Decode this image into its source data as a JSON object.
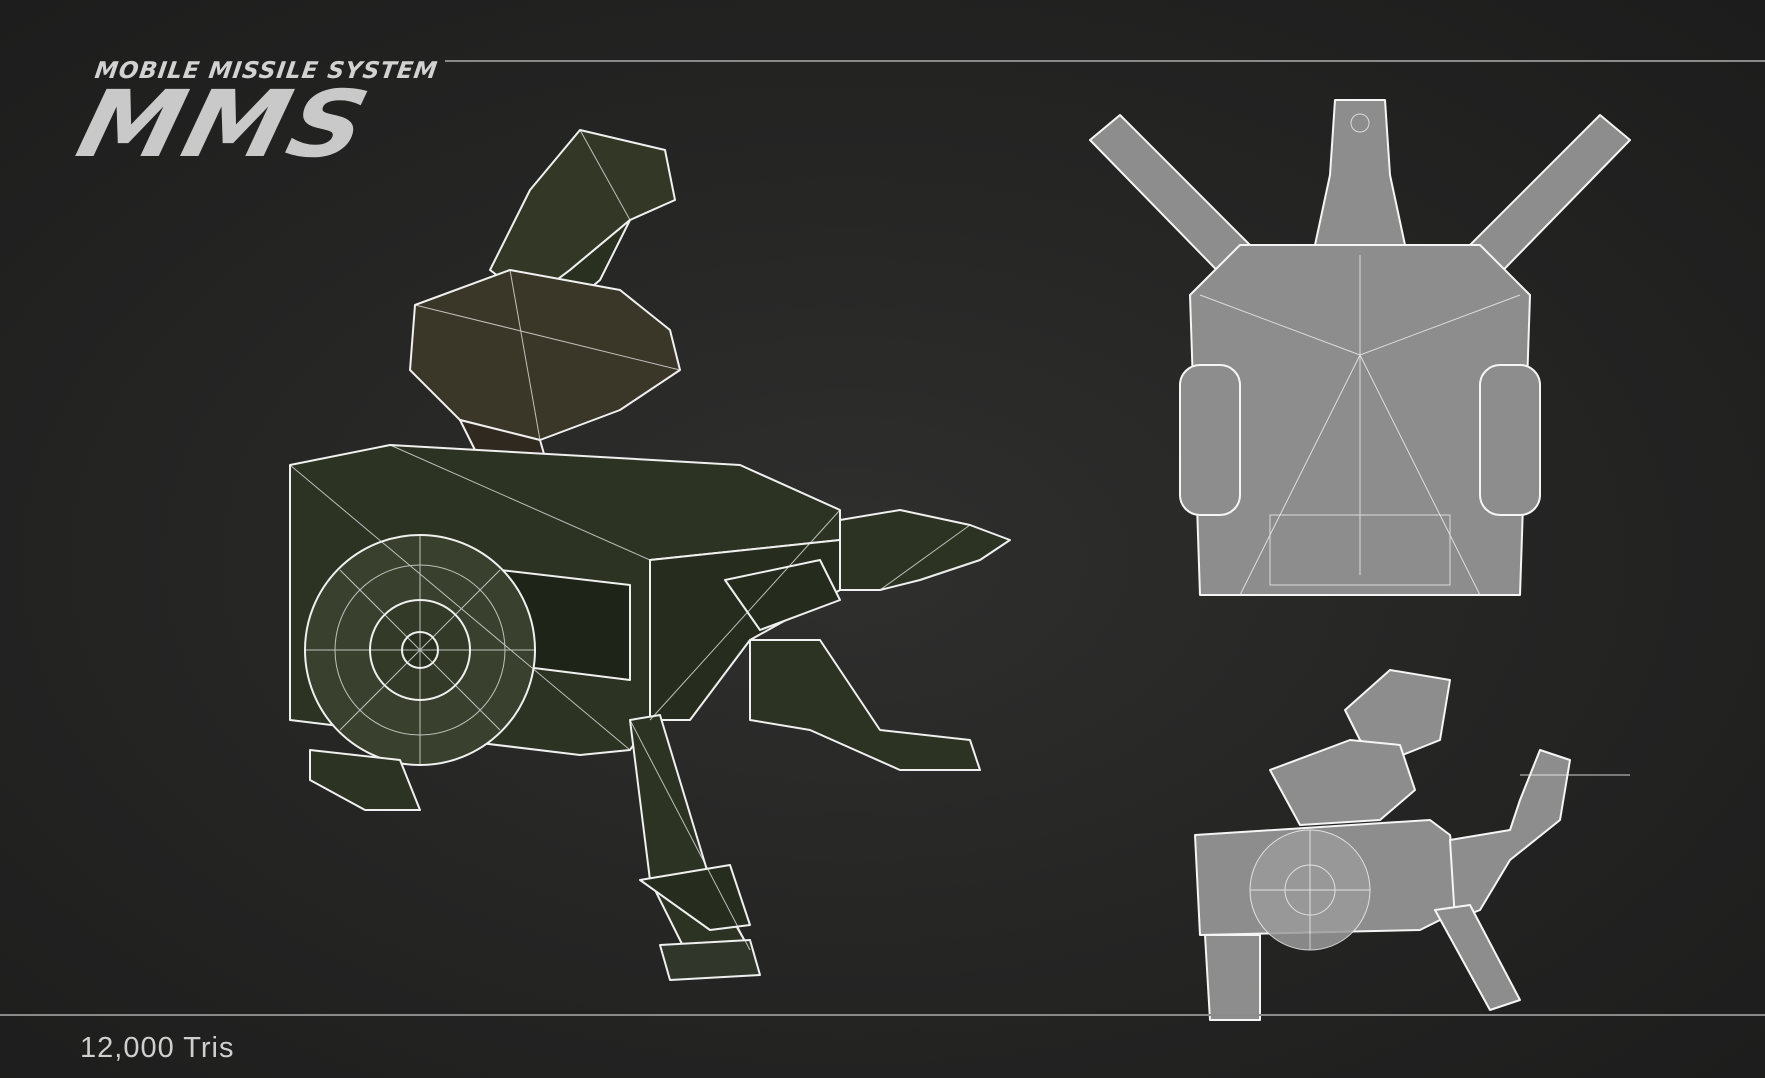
{
  "header": {
    "subtitle": "MOBILE MISSILE SYSTEM",
    "title": "MMS"
  },
  "footer": {
    "tri_count": "12,000 Tris"
  },
  "colors": {
    "background": "#262625",
    "wire": "#f2f2f2",
    "perspective_fill": "#2c3323",
    "ortho_fill": "#8d8d8d"
  }
}
